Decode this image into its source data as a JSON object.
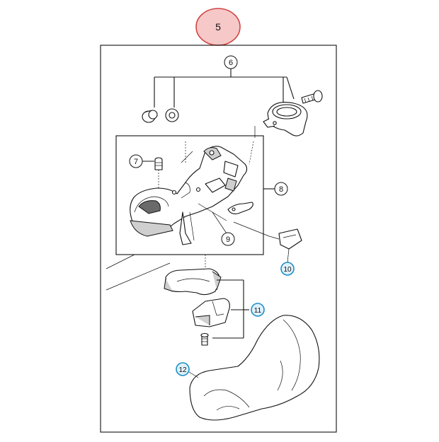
{
  "assembly": {
    "number": "5"
  },
  "callouts": {
    "c6": "6",
    "c7": "7",
    "c8": "8",
    "c9": "9",
    "c10": "10",
    "c11": "11",
    "c12": "12"
  },
  "colors": {
    "assembly_circle_fill": "#f6c8c8",
    "assembly_circle_stroke": "#d14545",
    "highlight_callout_fill": "#dff1fb",
    "highlight_callout_stroke": "#1d8fc7"
  }
}
